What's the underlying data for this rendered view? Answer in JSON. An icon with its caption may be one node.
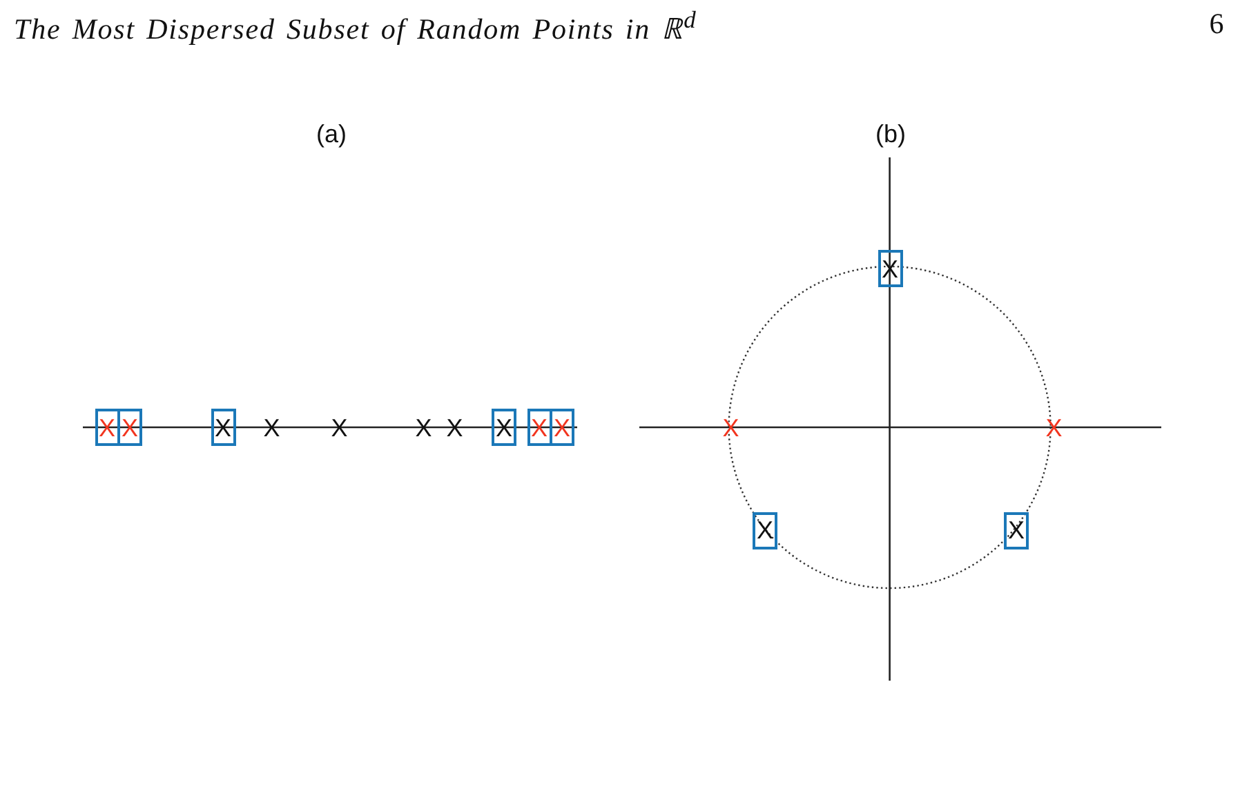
{
  "diagram": {
    "title": "The Most Dispersed Subset of Random Points in ℝ$^{d}$",
    "nodes": [
      {
        "text": [
          "X"
        ]
      },
      {
        "text": [
          "X"
        ]
      },
      {
        "text": [
          "X"
        ]
      },
      {
        "text": [
          "X"
        ]
      },
      {
        "text": [
          "X"
        ]
      },
      {
        "text": [
          "X"
        ]
      },
      {
        "text": [
          "X"
        ]
      },
      {
        "text": [
          "X"
        ]
      },
      {
        "text": [
          "X"
        ]
      }
    ],
    "labels": [
      "6",
      "(a)",
      "(b)",
      "X",
      "X",
      "X",
      "X",
      "X",
      "X"
    ]
  }
}
